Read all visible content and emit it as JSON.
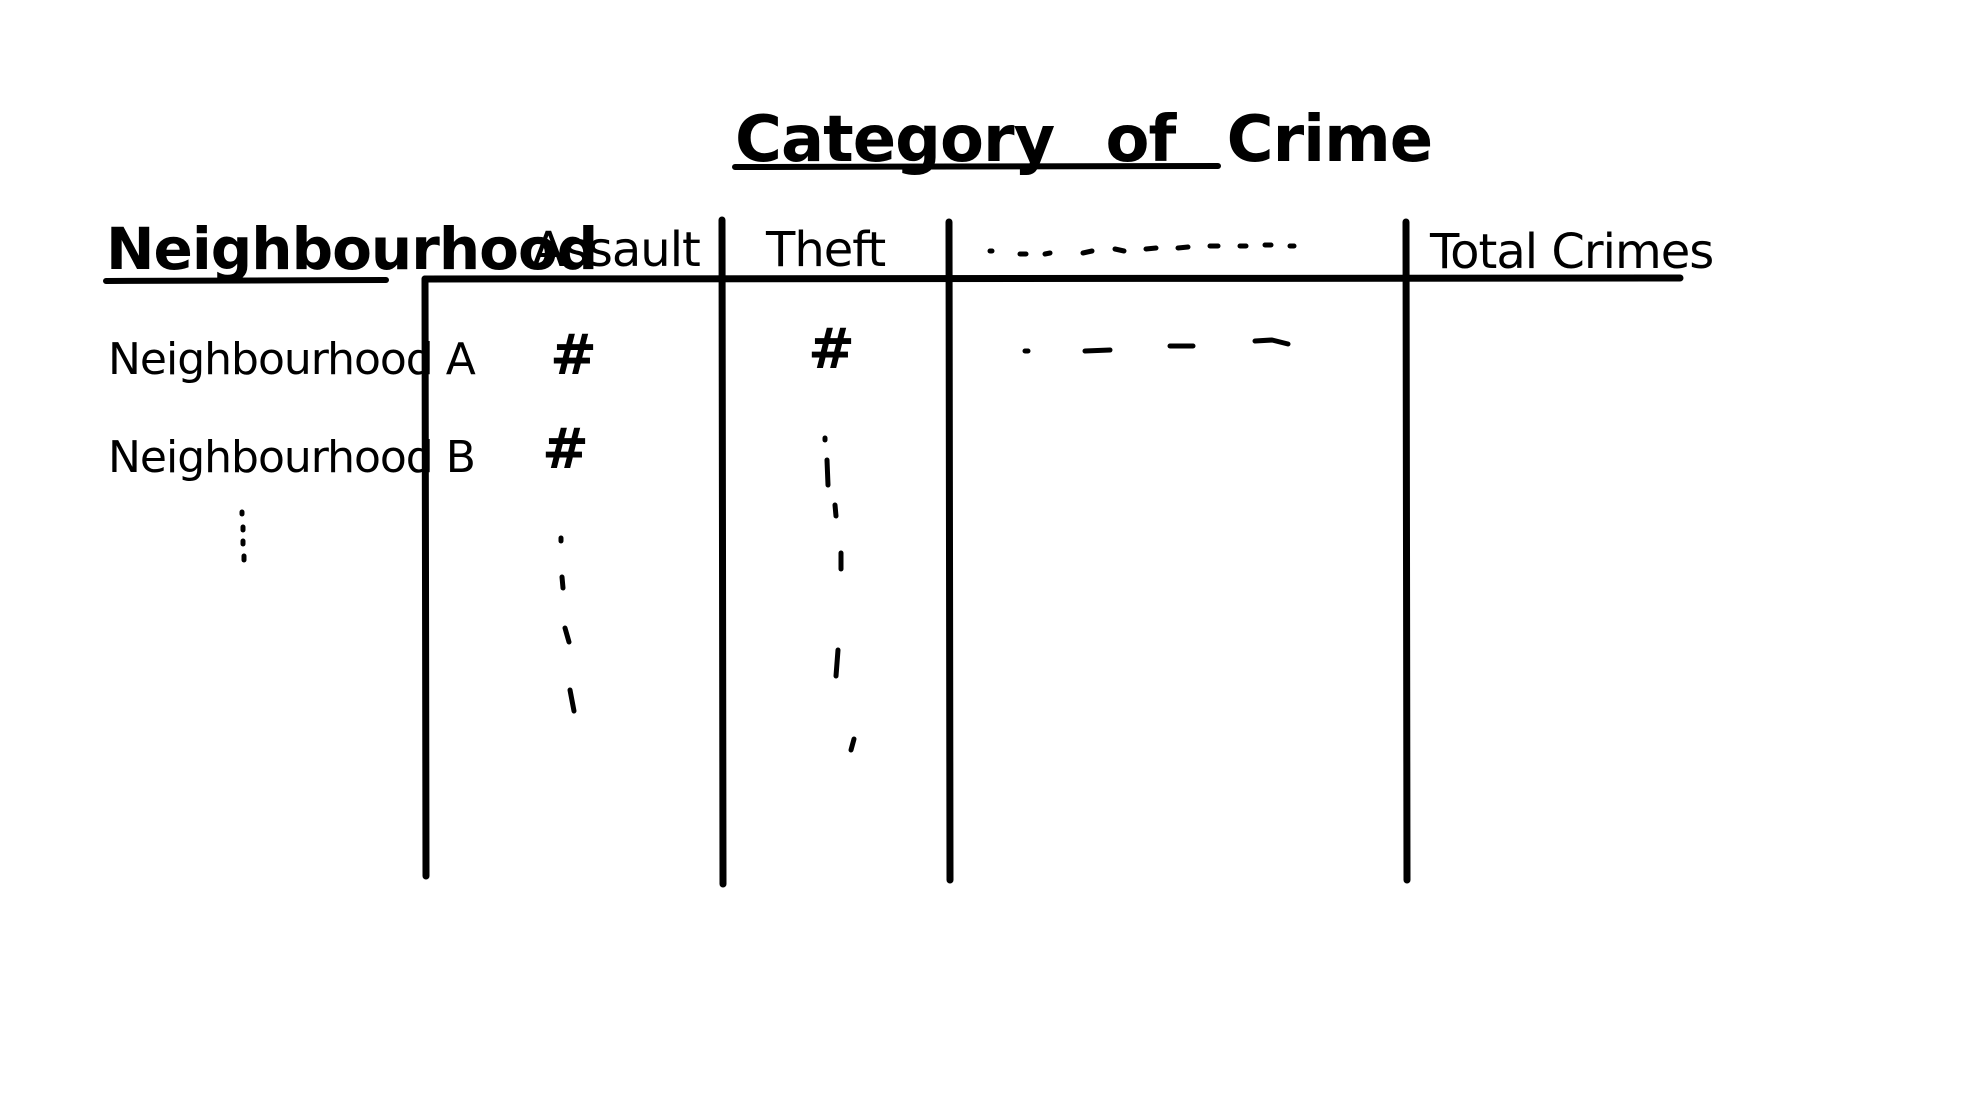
{
  "diagram": {
    "title": "Category of Crime",
    "row_header": "Neighbourhood",
    "columns": [
      {
        "label": "Assault"
      },
      {
        "label": "Theft"
      },
      {
        "label": "Total Crimes"
      }
    ],
    "rows": [
      {
        "label": "Neighbourhood A",
        "assault": "#",
        "theft": "#"
      },
      {
        "label": "Neighbourhood B",
        "assault": "#"
      }
    ],
    "ink_color": "#000000",
    "background_color": "#ffffff"
  }
}
